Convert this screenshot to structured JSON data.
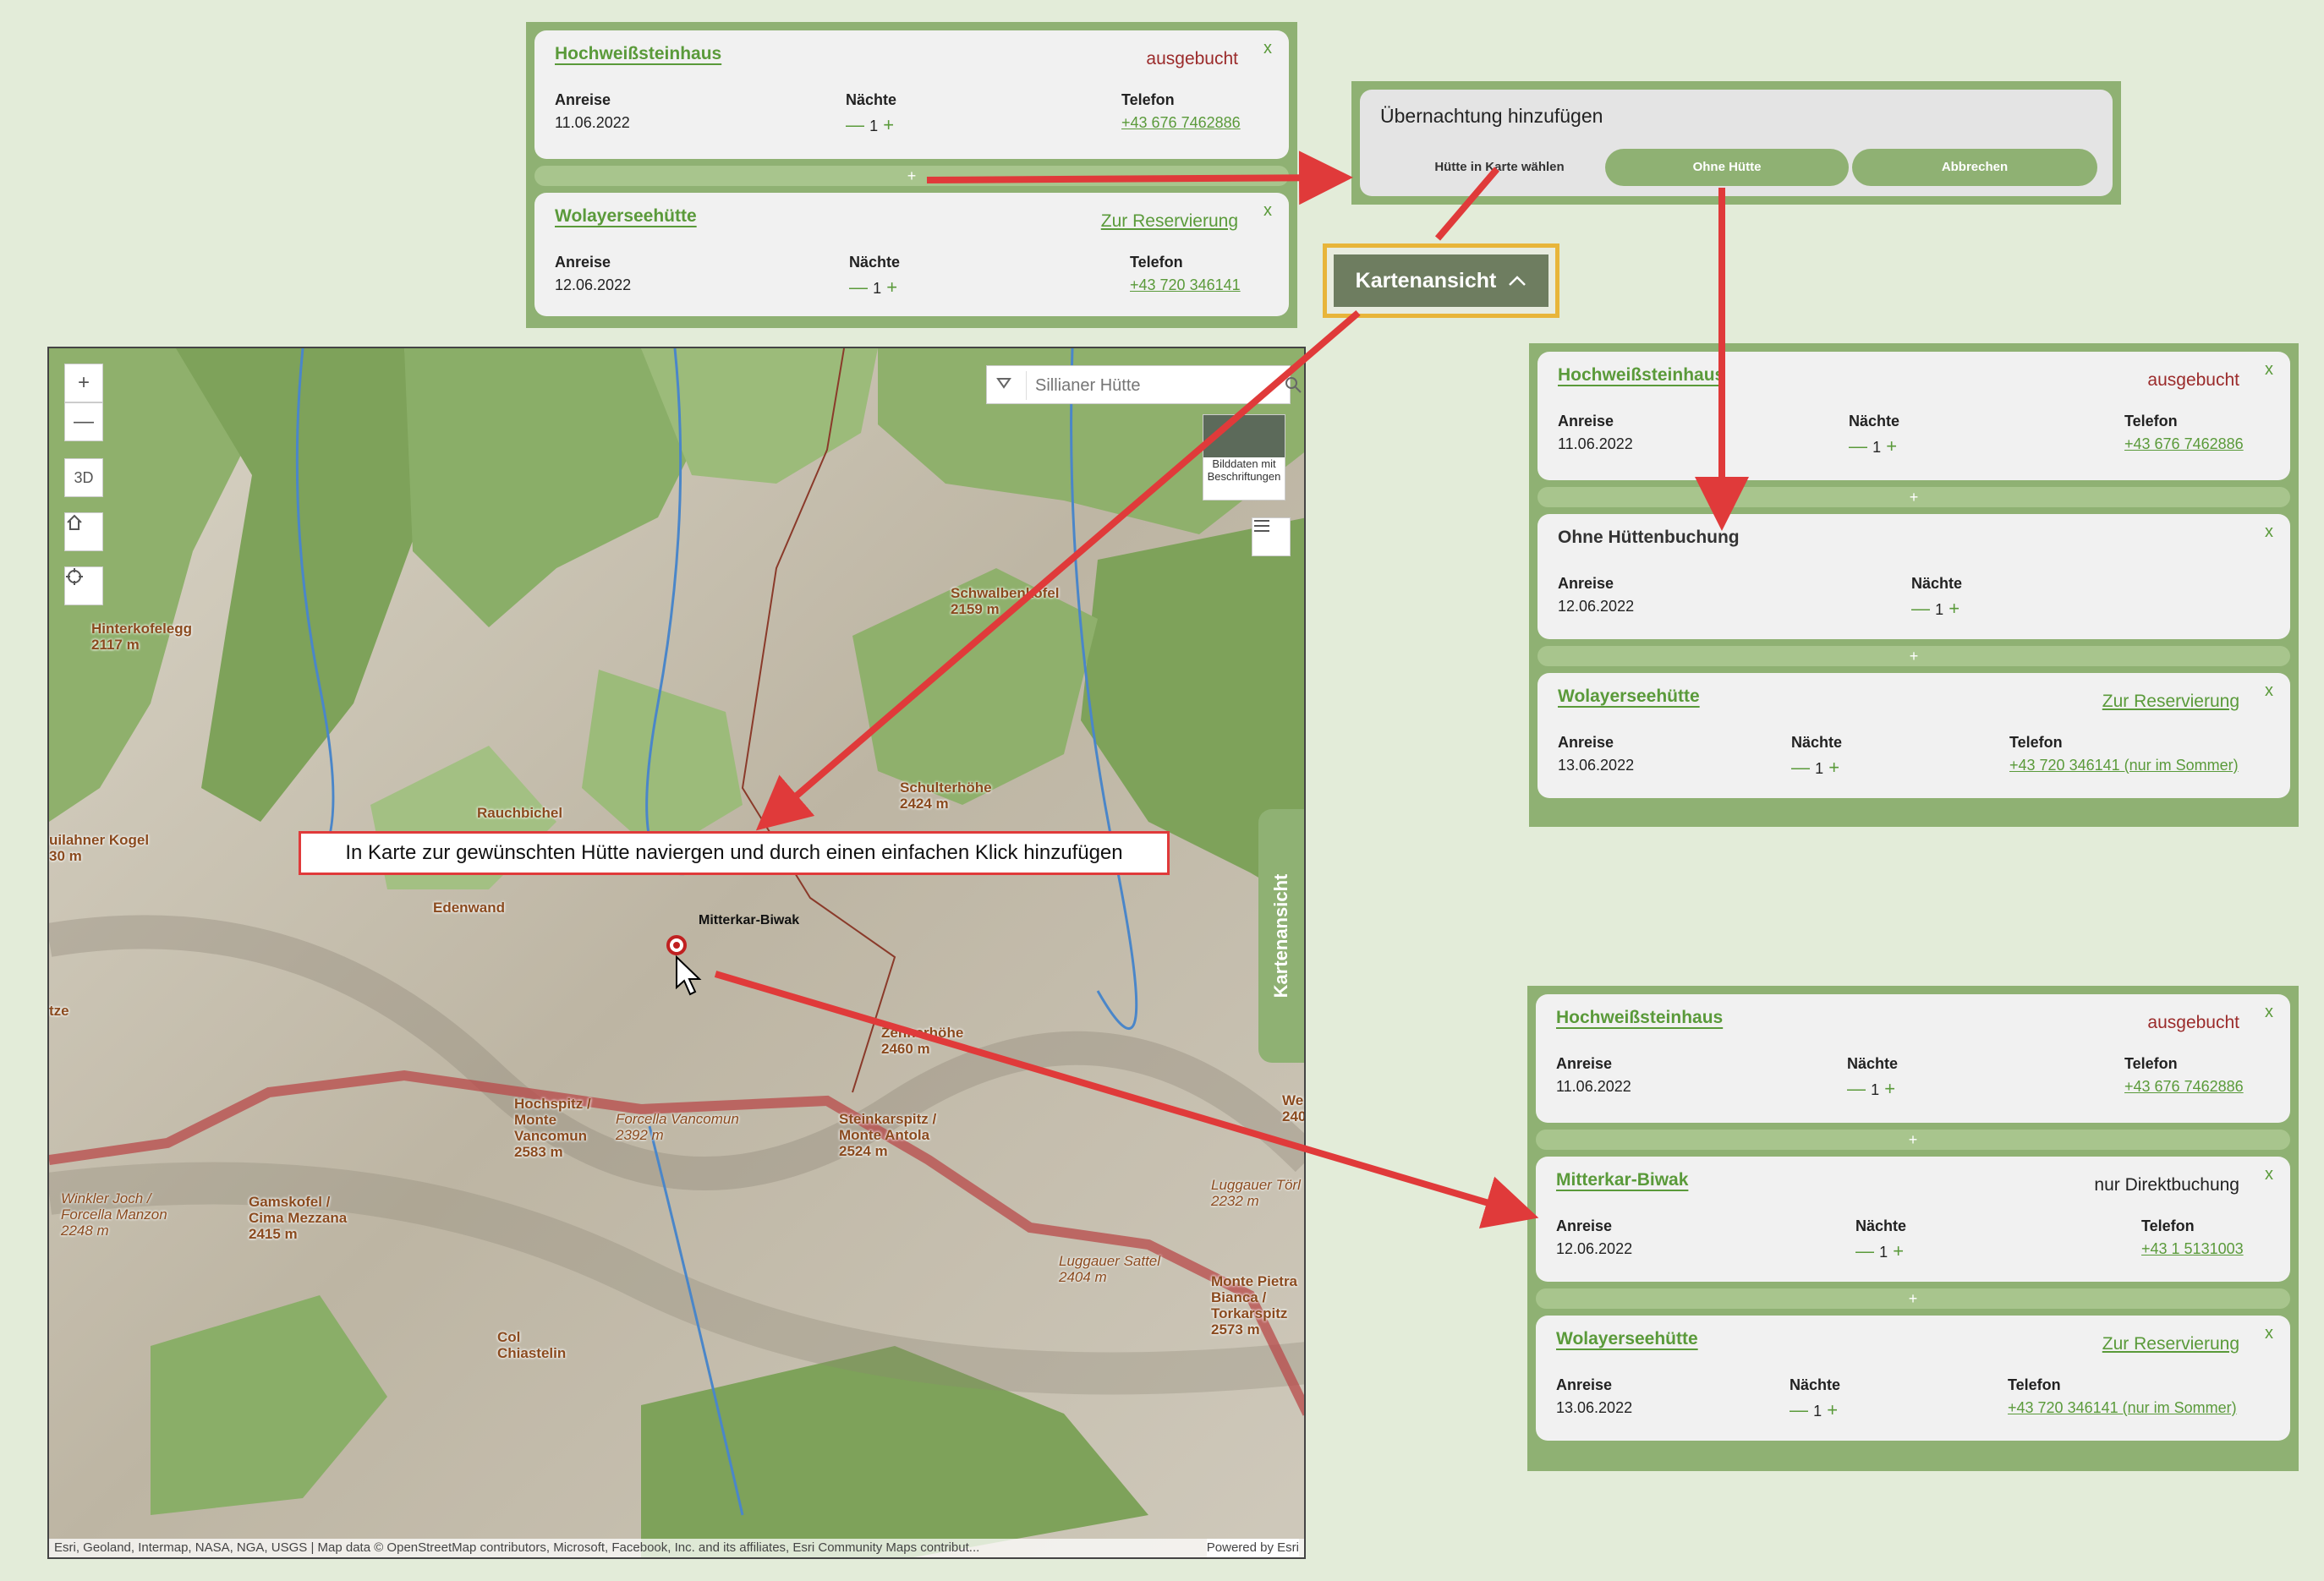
{
  "panel_top": {
    "cards": [
      {
        "title": "Hochweißsteinhaus",
        "status": "ausgebucht",
        "status_type": "booked",
        "close": "x",
        "arrival_label": "Anreise",
        "arrival": "11.06.2022",
        "nights_label": "Nächte",
        "nights": "1",
        "phone_label": "Telefon",
        "phone": "+43 676 7462886"
      },
      {
        "title": "Wolayerseehütte",
        "status": "Zur Reservierung",
        "status_type": "link",
        "close": "x",
        "arrival_label": "Anreise",
        "arrival": "12.06.2022",
        "nights_label": "Nächte",
        "nights": "1",
        "phone_label": "Telefon",
        "phone": "+43 720 346141"
      }
    ],
    "add": "+"
  },
  "dialog": {
    "title": "Übernachtung hinzufügen",
    "btn_map": "Hütte in Karte wählen",
    "btn_nohut": "Ohne Hütte",
    "btn_cancel": "Abbrechen"
  },
  "kartenansicht": {
    "label": "Kartenansicht",
    "icon": "chevron-up-icon"
  },
  "panel_mid": {
    "cards": [
      {
        "title": "Hochweißsteinhaus",
        "status": "ausgebucht",
        "close": "x",
        "arrival_label": "Anreise",
        "arrival": "11.06.2022",
        "nights_label": "Nächte",
        "nights": "1",
        "phone_label": "Telefon",
        "phone": "+43 676 7462886"
      },
      {
        "title": "Ohne Hüttenbuchung",
        "close": "x",
        "arrival_label": "Anreise",
        "arrival": "12.06.2022",
        "nights_label": "Nächte",
        "nights": "1"
      },
      {
        "title": "Wolayerseehütte",
        "status": "Zur Reservierung",
        "close": "x",
        "arrival_label": "Anreise",
        "arrival": "13.06.2022",
        "nights_label": "Nächte",
        "nights": "1",
        "phone_label": "Telefon",
        "phone": "+43 720 346141 (nur im Sommer)"
      }
    ],
    "add": "+"
  },
  "panel_bot": {
    "cards": [
      {
        "title": "Hochweißsteinhaus",
        "status": "ausgebucht",
        "close": "x",
        "arrival_label": "Anreise",
        "arrival": "11.06.2022",
        "nights_label": "Nächte",
        "nights": "1",
        "phone_label": "Telefon",
        "phone": "+43 676 7462886"
      },
      {
        "title": "Mitterkar-Biwak",
        "status": "nur Direktbuchung",
        "close": "x",
        "arrival_label": "Anreise",
        "arrival": "12.06.2022",
        "nights_label": "Nächte",
        "nights": "1",
        "phone_label": "Telefon",
        "phone": "+43 1 5131003"
      },
      {
        "title": "Wolayerseehütte",
        "status": "Zur Reservierung",
        "close": "x",
        "arrival_label": "Anreise",
        "arrival": "13.06.2022",
        "nights_label": "Nächte",
        "nights": "1",
        "phone_label": "Telefon",
        "phone": "+43 720 346141 (nur im Sommer)"
      }
    ],
    "add": "+"
  },
  "map": {
    "zoom_in": "+",
    "zoom_out": "—",
    "btn_3d": "3D",
    "home_icon": "home-icon",
    "locate_icon": "locate-icon",
    "search_placeholder": "Sillianer Hütte",
    "basemap_label": "Bilddaten mit Beschriftungen",
    "side_tab": "Kartenansicht",
    "attribution": "Esri, Geoland, Intermap, NASA, NGA, USGS | Map data © OpenStreetMap contributors, Microsoft, Facebook, Inc. and its affiliates, Esri Community Maps contribut...",
    "powered": "Powered by Esri",
    "callout": "In Karte zur gewünschten Hütte naviergen und durch einen einfachen Klick hinzufügen",
    "selected_hut": "Mitterkar-Biwak",
    "labels": {
      "hinterkofelegg": "Hinterkofelegg",
      "hinterkofelegg_h": "2117 m",
      "schwalbenkofel": "Schwalbenkofel",
      "schwalbenkofel_h": "2159 m",
      "rauchbichel": "Rauchbichel",
      "schulterhoehe": "Schulterhöhe",
      "schulterhoehe_h": "2424 m",
      "uilahner": "uilahner Kogel",
      "uilahner_h": "30 m",
      "edenwand": "Edenwand",
      "zehnerhoehe": "Zehnerhöhe",
      "zehnerhoehe_h": "2460 m",
      "hochspitz": "Hochspitz / Monte Vancomun",
      "hochspitz_h": "2583 m",
      "forcella": "Forcella Vancomun",
      "forcella_h": "2392 m",
      "steinkarspitz": "Steinkarspitz / Monte Antola",
      "steinkarspitz_h": "2524 m",
      "winkler": "Winkler Joch / Forcella Manzon",
      "winkler_h": "2248 m",
      "gamskofel": "Gamskofel / Cima Mezzana",
      "gamskofel_h": "2415 m",
      "luggauer": "Luggauer Törl",
      "luggauer_h": "2232 m",
      "luggauer_sattel": "Luggauer Sattel",
      "luggauer_sattel_h": "2404 m",
      "pietra": "Monte Pietra Bianca / Torkarspitz",
      "pietra_h": "2573 m",
      "col": "Col Chiastelin",
      "tze": "tze",
      "we": "We",
      "we_h": "240"
    }
  }
}
